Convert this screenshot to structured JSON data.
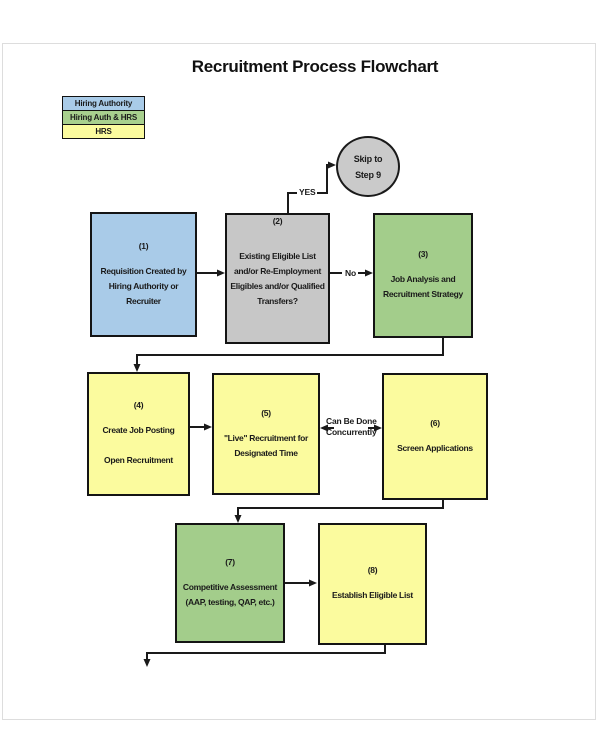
{
  "page": {
    "title": "Recruitment Process Flowchart"
  },
  "legend": {
    "items": [
      {
        "label": "Hiring Authority",
        "fill": "#A9CBE8"
      },
      {
        "label": "Hiring Auth & HRS",
        "fill": "#A8D08E"
      },
      {
        "label": "HRS",
        "fill": "#FBFB9E"
      }
    ]
  },
  "terminator": {
    "text": "Skip to\nStep 9",
    "fill": "#CACACA"
  },
  "boxes": [
    {
      "number": "(1)",
      "text": "Requisition Created by\nHiring Authority or\nRecruiter",
      "fill": "#A9CBE8"
    },
    {
      "number": "(2)",
      "text": "Existing Eligible List\nand/or Re-Employment\nEligibles and/or Qualified\nTransfers?",
      "fill": "#C7C7C7"
    },
    {
      "number": "(3)",
      "text": "Job Analysis and\nRecruitment Strategy",
      "fill": "#A3CD8B"
    },
    {
      "number": "(4)",
      "text": "Create Job Posting\n\nOpen Recruitment",
      "fill": "#FBFB9E"
    },
    {
      "number": "(5)",
      "text": "\"Live\" Recruitment for\nDesignated Time",
      "fill": "#FBFB9E"
    },
    {
      "number": "(6)",
      "text": "Screen Applications",
      "fill": "#FBFB9E"
    },
    {
      "number": "(7)",
      "text": "Competitive Assessment\n(AAP, testing, QAP, etc.)",
      "fill": "#A3CD8B"
    },
    {
      "number": "(8)",
      "text": "Establish Eligible List",
      "fill": "#FBFB9E"
    }
  ],
  "connector_labels": {
    "yes": "YES",
    "no": "No",
    "concurrent": "Can Be Done\nConcurrently"
  },
  "colors": {
    "line": "#1a1a1a"
  }
}
